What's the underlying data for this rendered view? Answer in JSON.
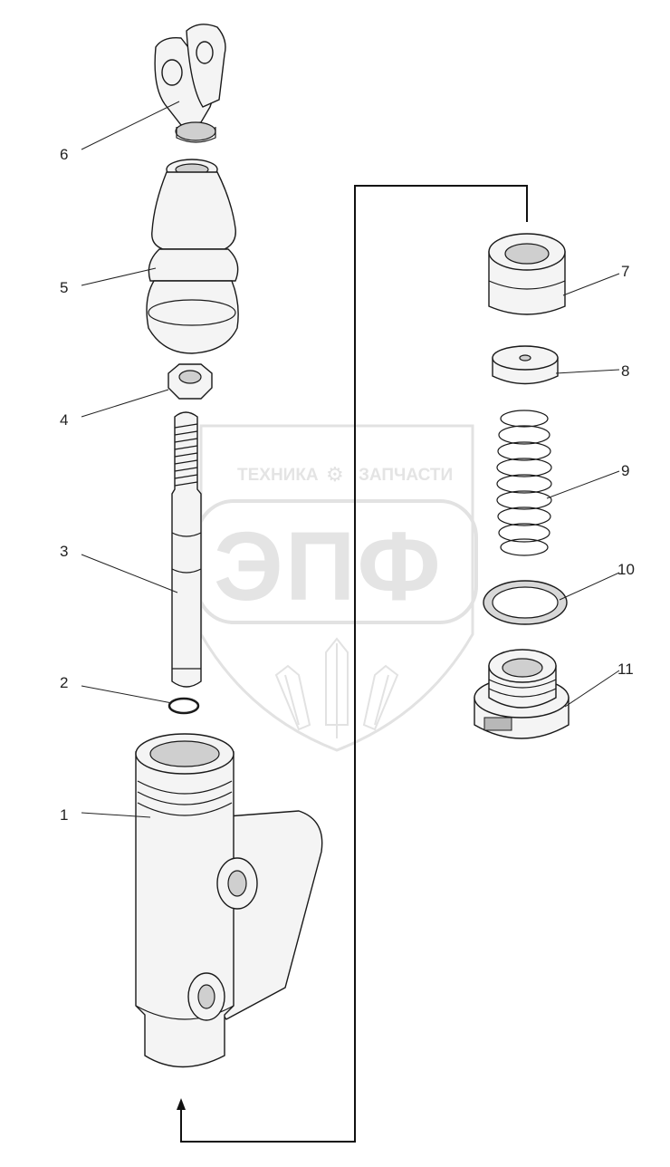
{
  "watermark": {
    "brand_left": "ТЕХНИКА",
    "brand_right": "ЗАПЧАСТИ",
    "logo_letters": "ЭПФ"
  },
  "callouts": [
    {
      "id": "part-1",
      "label": "1"
    },
    {
      "id": "part-2",
      "label": "2"
    },
    {
      "id": "part-3",
      "label": "3"
    },
    {
      "id": "part-4",
      "label": "4"
    },
    {
      "id": "part-5",
      "label": "5"
    },
    {
      "id": "part-6",
      "label": "6"
    },
    {
      "id": "part-7",
      "label": "7"
    },
    {
      "id": "part-8",
      "label": "8"
    },
    {
      "id": "part-9",
      "label": "9"
    },
    {
      "id": "part-10",
      "label": "10"
    },
    {
      "id": "part-11",
      "label": "11"
    }
  ]
}
